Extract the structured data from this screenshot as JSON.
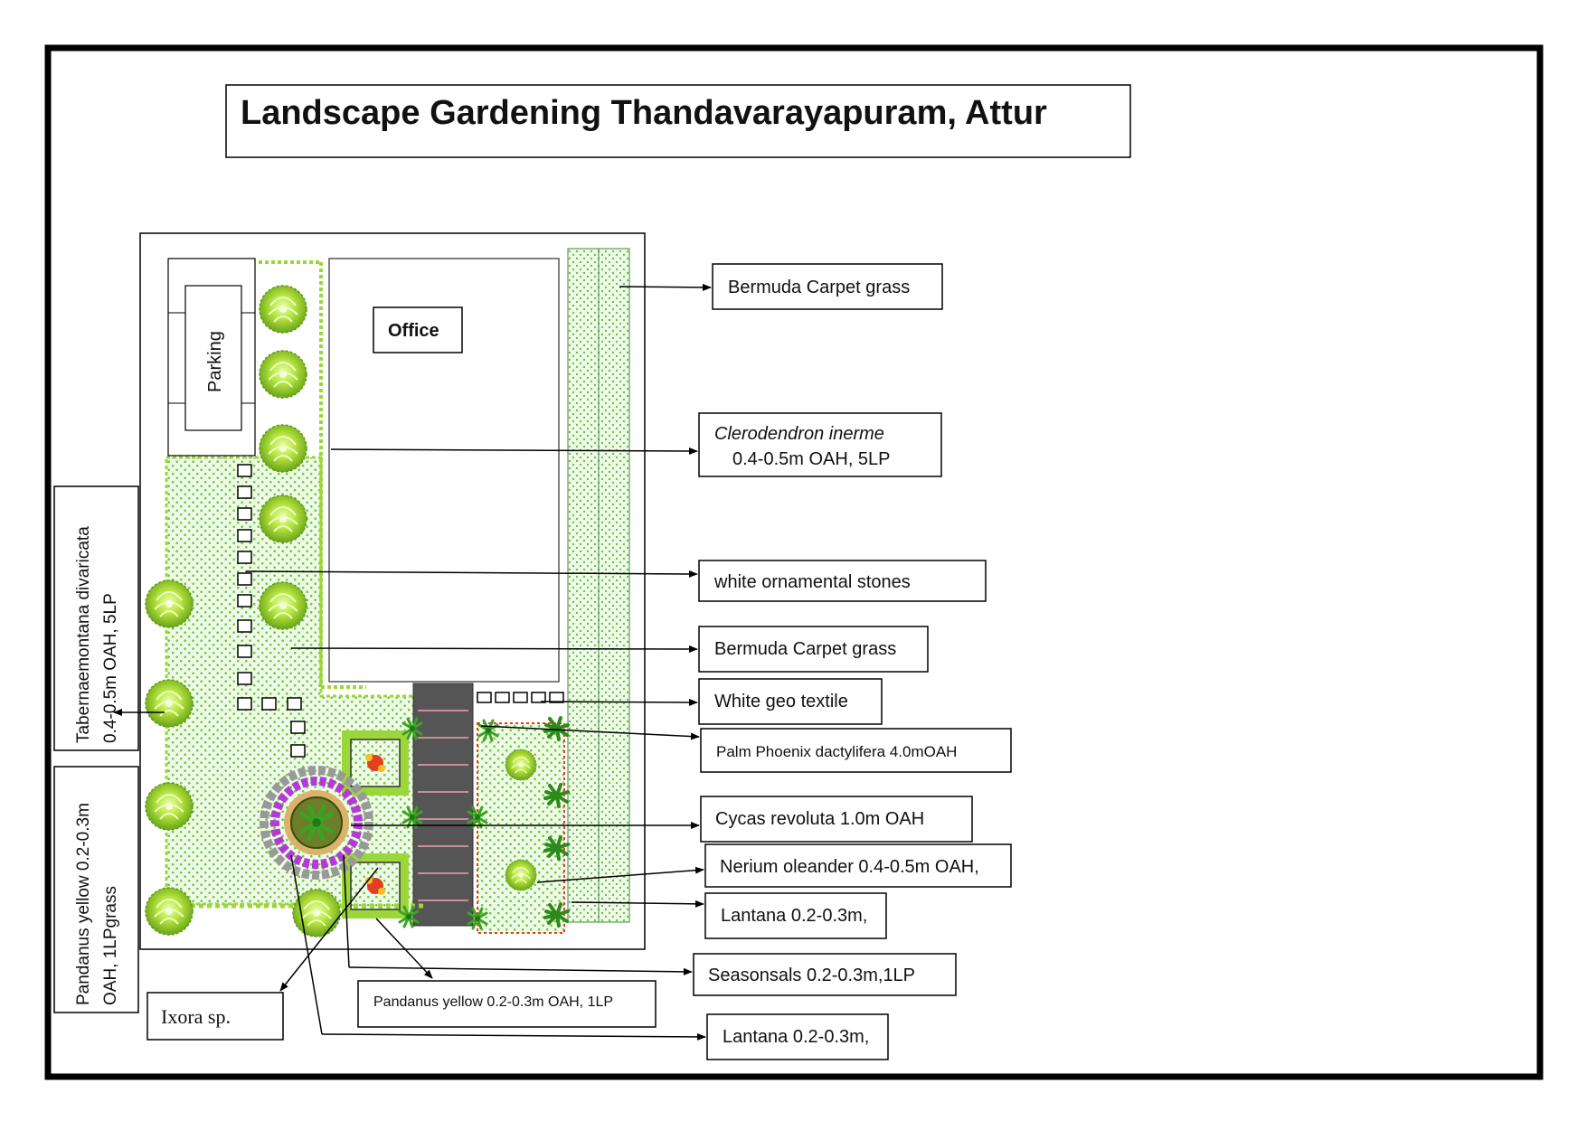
{
  "title": "Landscape Gardening Thandavarayapuram, Attur",
  "areas": {
    "office": "Office",
    "parking": "Parking"
  },
  "labels": {
    "bermuda_top": "Bermuda Carpet grass",
    "clerodendron_name": "Clerodendron inerme",
    "clerodendron_spec": "0.4-0.5m OAH, 5LP",
    "white_stones": "white ornamental stones",
    "bermuda_mid": "Bermuda Carpet grass",
    "geo_textile": "White geo textile",
    "palm": "Palm Phoenix dactylifera 4.0mOAH",
    "cycas": "Cycas revoluta 1.0m OAH",
    "nerium": "Nerium oleander 0.4-0.5m OAH,",
    "lantana_1": "Lantana 0.2-0.3m,",
    "seasonals": "Seasonsals 0.2-0.3m,1LP",
    "pandanus_bottom": "Pandanus yellow 0.2-0.3m OAH, 1LP",
    "lantana_2": "Lantana 0.2-0.3m,",
    "ixora": "Ixora sp.",
    "tabernaemontana_line1": "Tabernaemontana divaricata",
    "tabernaemontana_line2": "0.4-0.5m OAH, 5LP",
    "pandanus_left_line1": "Pandanus yellow 0.2-0.3m",
    "pandanus_left_line2": "OAH, 1LPgrass"
  },
  "colors": {
    "grass_bg": "#e8f8e0",
    "grass_dot": "#7ec850",
    "hedge": "#9bd63a",
    "road": "#555555",
    "flower_purple": "#b23ad6",
    "flower_red": "#e04020"
  }
}
